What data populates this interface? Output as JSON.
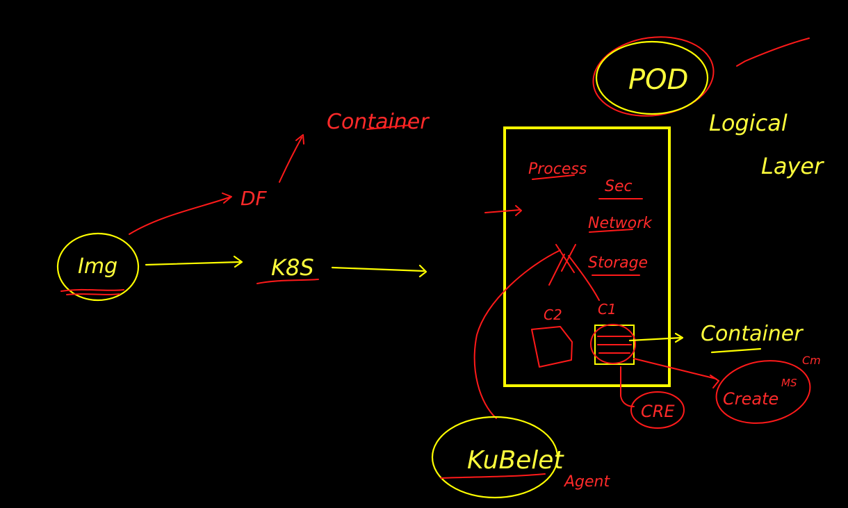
{
  "labels": {
    "img": "Img",
    "k8s": "K8S",
    "df": "DF",
    "container_top": "Container",
    "pod": "POD",
    "logical": "Logical",
    "layer": "Layer",
    "process": "Process",
    "sec": "Sec",
    "network": "Network",
    "storage": "Storage",
    "c2": "C2",
    "c1": "C1",
    "container_right": "Container",
    "create": "Create",
    "ms": "MS",
    "cm": "Cm",
    "cre": "CRE",
    "kubelet": "KuBelet",
    "agent": "Agent"
  },
  "colors": {
    "background": "#000000",
    "yellow": "#ffff00",
    "red": "#ff1a1a"
  }
}
